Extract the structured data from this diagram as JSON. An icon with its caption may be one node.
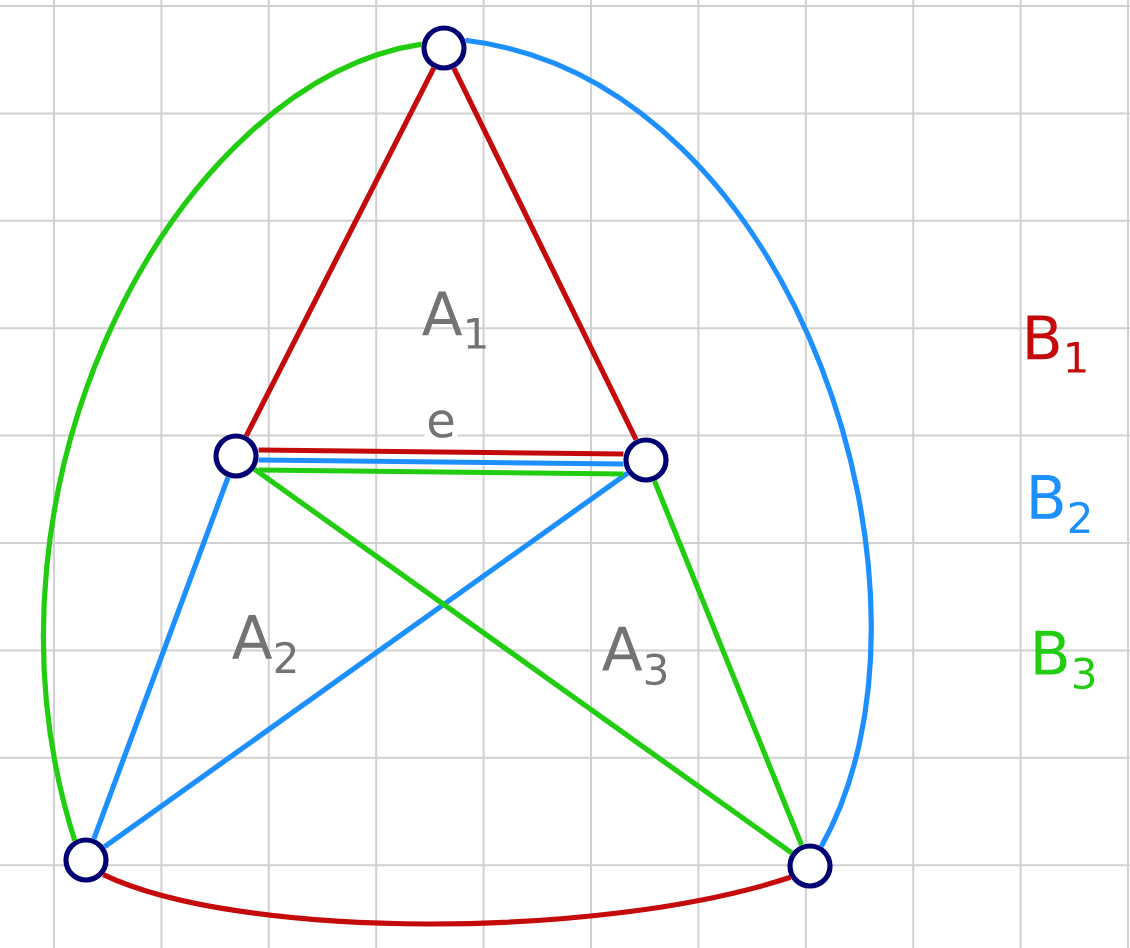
{
  "diagram": {
    "nodes": [
      {
        "text": [],
        "shape": "circle"
      },
      {
        "text": [],
        "shape": "circle"
      },
      {
        "text": [],
        "shape": "circle"
      },
      {
        "text": [],
        "shape": "circle"
      },
      {
        "text": [],
        "shape": "circle"
      }
    ],
    "edges": [
      {
        "from": 0,
        "to": 1,
        "arrow": "none",
        "color": "#c40a0a"
      },
      {
        "from": 0,
        "to": 2,
        "arrow": "none",
        "color": "#c40a0a"
      },
      {
        "from": 1,
        "to": 2,
        "arrow": "none",
        "color": "#c40a0a",
        "label": "e"
      },
      {
        "from": 3,
        "to": 4,
        "arrow": "none",
        "color": "#c40a0a"
      },
      {
        "from": 1,
        "to": 2,
        "arrow": "none",
        "color": "#1e8fff"
      },
      {
        "from": 1,
        "to": 3,
        "arrow": "none",
        "color": "#1e8fff"
      },
      {
        "from": 2,
        "to": 3,
        "arrow": "none",
        "color": "#1e8fff"
      },
      {
        "from": 0,
        "to": 4,
        "arrow": "none",
        "color": "#1e8fff"
      },
      {
        "from": 1,
        "to": 2,
        "arrow": "none",
        "color": "#22cc11"
      },
      {
        "from": 1,
        "to": 4,
        "arrow": "none",
        "color": "#22cc11"
      },
      {
        "from": 2,
        "to": 4,
        "arrow": "none",
        "color": "#22cc11"
      },
      {
        "from": 0,
        "to": 3,
        "arrow": "none",
        "color": "#22cc11"
      }
    ],
    "labels": [
      "A$_{1}$",
      "A$_{2}$",
      "A$_{3}$"
    ],
    "legend": [
      {
        "text": "B$_{1}$",
        "color": "#c40a0a"
      },
      {
        "text": "B$_{2}$",
        "color": "#1e8fff"
      },
      {
        "text": "B$_{3}$",
        "color": "#22cc11"
      }
    ]
  }
}
